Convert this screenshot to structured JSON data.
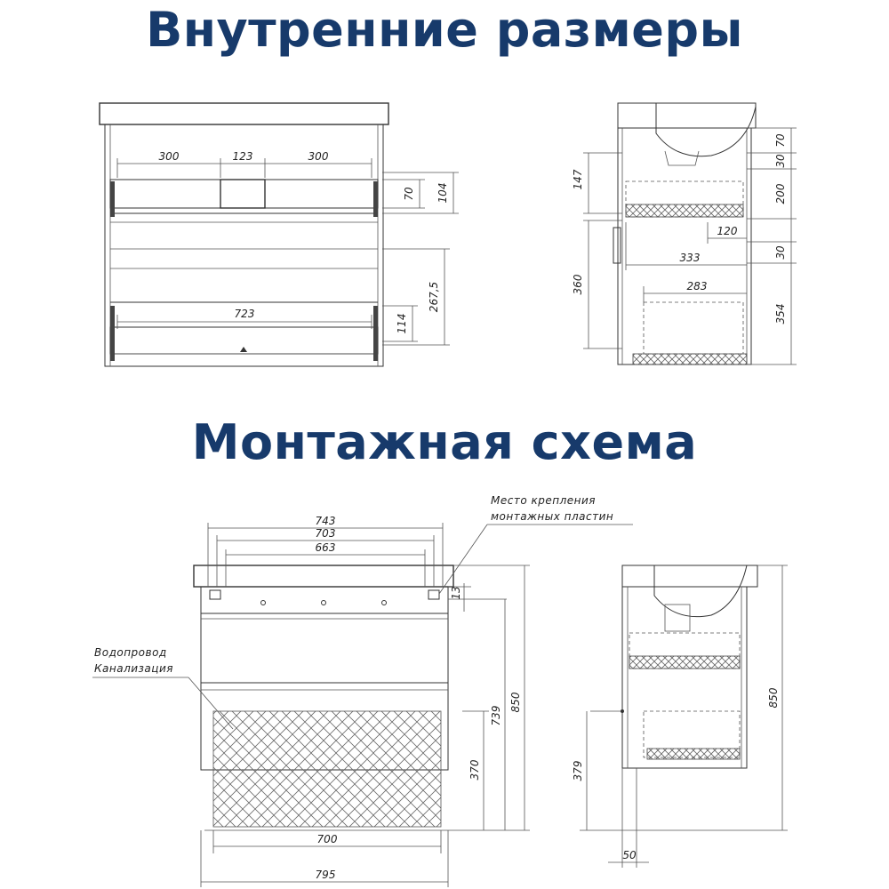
{
  "headings": {
    "internal": "Внутренние размеры",
    "mounting": "Монтажная схема"
  },
  "front_internal": {
    "dims": {
      "w300a": "300",
      "w123": "123",
      "w300b": "300",
      "h70": "70",
      "h104": "104",
      "w723": "723",
      "h114": "114",
      "h267": "267,5"
    }
  },
  "side_internal": {
    "dims": {
      "h70": "70",
      "h30a": "30",
      "h200": "200",
      "w120": "120",
      "h30b": "30",
      "w333": "333",
      "w283": "283",
      "h354": "354",
      "h147": "147",
      "h360": "360"
    }
  },
  "front_mounting": {
    "label_plates_line1": "Место крепления",
    "label_plates_line2": "монтажных пластин",
    "label_pipes_line1": "Водопровод",
    "label_pipes_line2": "Канализация",
    "dims": {
      "w743": "743",
      "w703": "703",
      "w663": "663",
      "h13": "13",
      "h739": "739",
      "h850": "850",
      "h370": "370",
      "w700": "700",
      "w795": "795"
    }
  },
  "side_mounting": {
    "dims": {
      "h850": "850",
      "h379": "379",
      "w50": "50"
    }
  }
}
